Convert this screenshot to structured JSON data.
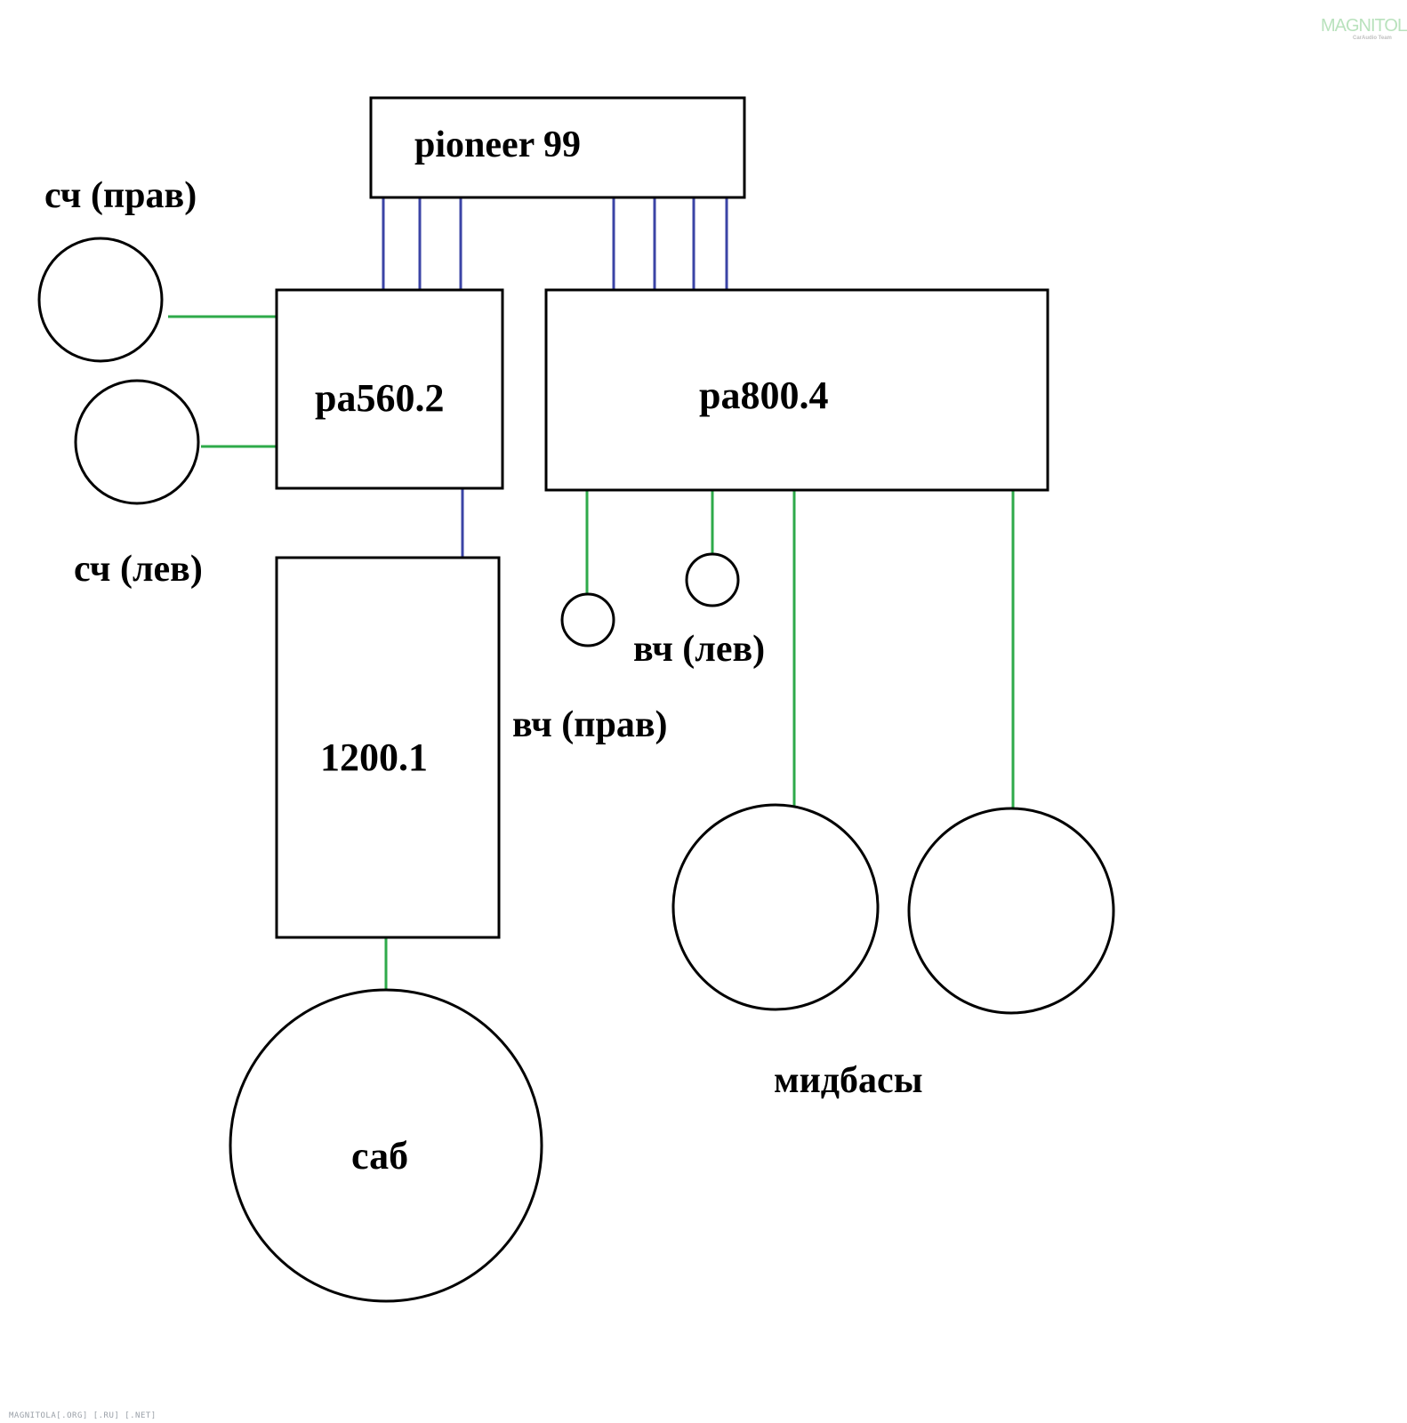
{
  "components": {
    "head_unit": "pioneer 99",
    "amp_2ch": "pa560.2",
    "amp_4ch": "pa800.4",
    "amp_mono": "1200.1",
    "subwoofer": "саб"
  },
  "speaker_labels": {
    "mid_right": "сч (прав)",
    "mid_left": "сч (лев)",
    "tweeter_left": "вч (лев)",
    "tweeter_right": "вч (прав)",
    "midbass": "мидбасы"
  },
  "wire_colors": {
    "rca": "#3b44a6",
    "speaker": "#2eaa4a"
  },
  "watermark": {
    "logo": "MAGNITOLA",
    "logo_sub": "CarAudio Team",
    "footer": "MAGNITOLA[.ORG] [.RU] [.NET]"
  }
}
